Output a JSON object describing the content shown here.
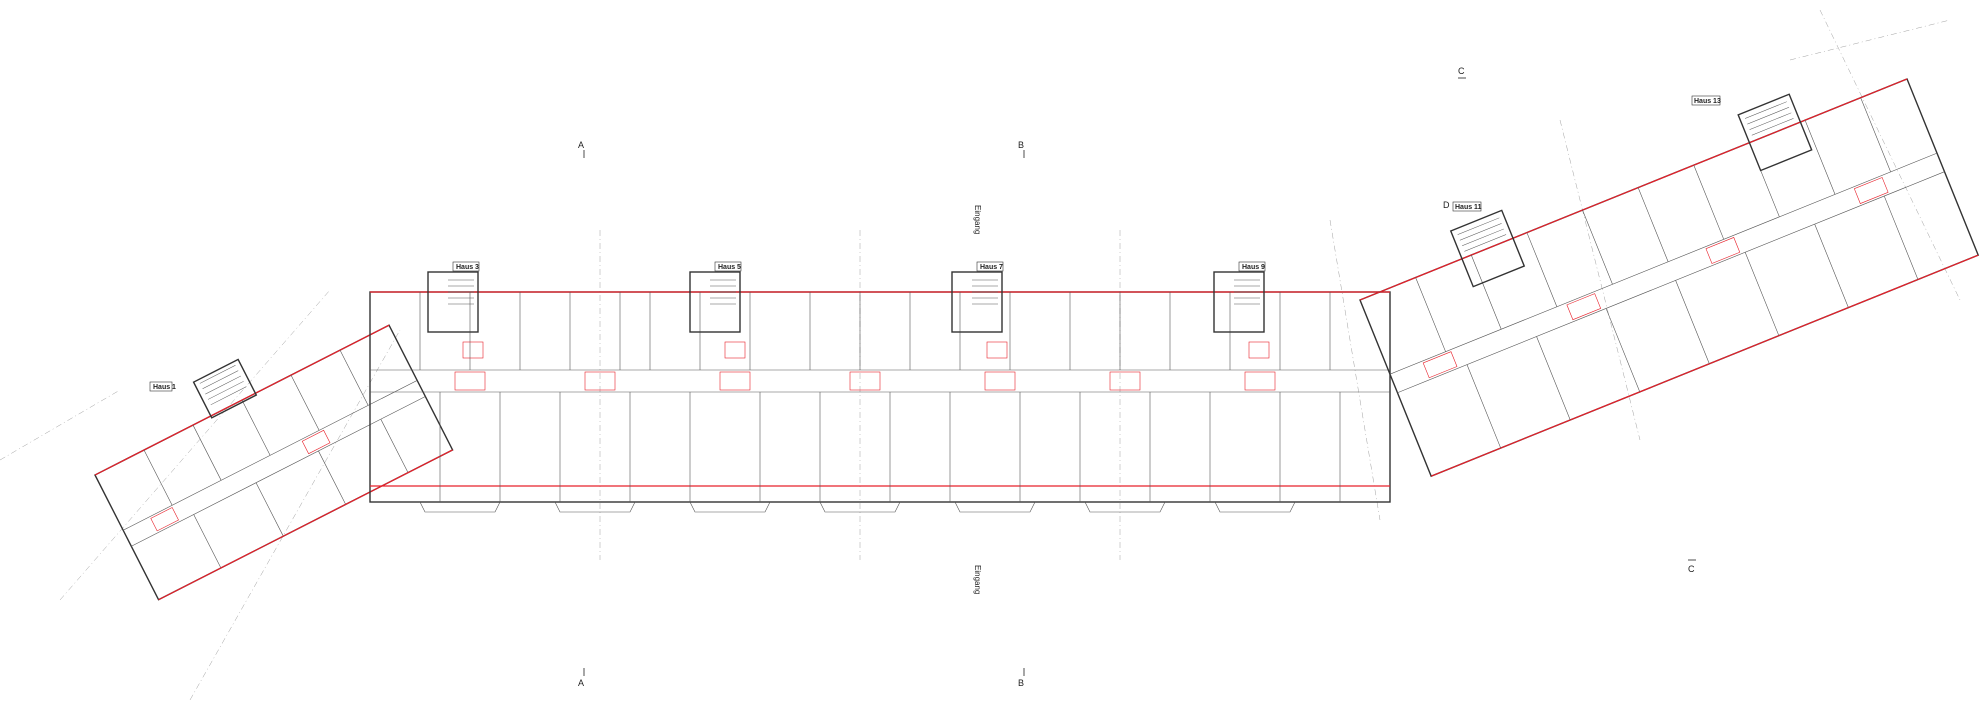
{
  "plan": {
    "houses": [
      {
        "id": "haus1",
        "label": "Haus 1"
      },
      {
        "id": "haus3",
        "label": "Haus 3"
      },
      {
        "id": "haus5",
        "label": "Haus 5"
      },
      {
        "id": "haus7",
        "label": "Haus 7"
      },
      {
        "id": "haus9",
        "label": "Haus 9"
      },
      {
        "id": "haus11",
        "label": "Haus 11"
      },
      {
        "id": "haus13",
        "label": "Haus 13"
      }
    ],
    "sections": {
      "a_top": "A",
      "a_bottom": "A",
      "b_top": "B",
      "b_bottom": "B",
      "c_top": "C",
      "c_bottom": "C",
      "d": "D"
    },
    "entrances": {
      "top": "Eingang",
      "bottom": "Eingang"
    },
    "colors": {
      "wall": "#333333",
      "new_work": "#e8202a",
      "axis": "#888888"
    }
  }
}
